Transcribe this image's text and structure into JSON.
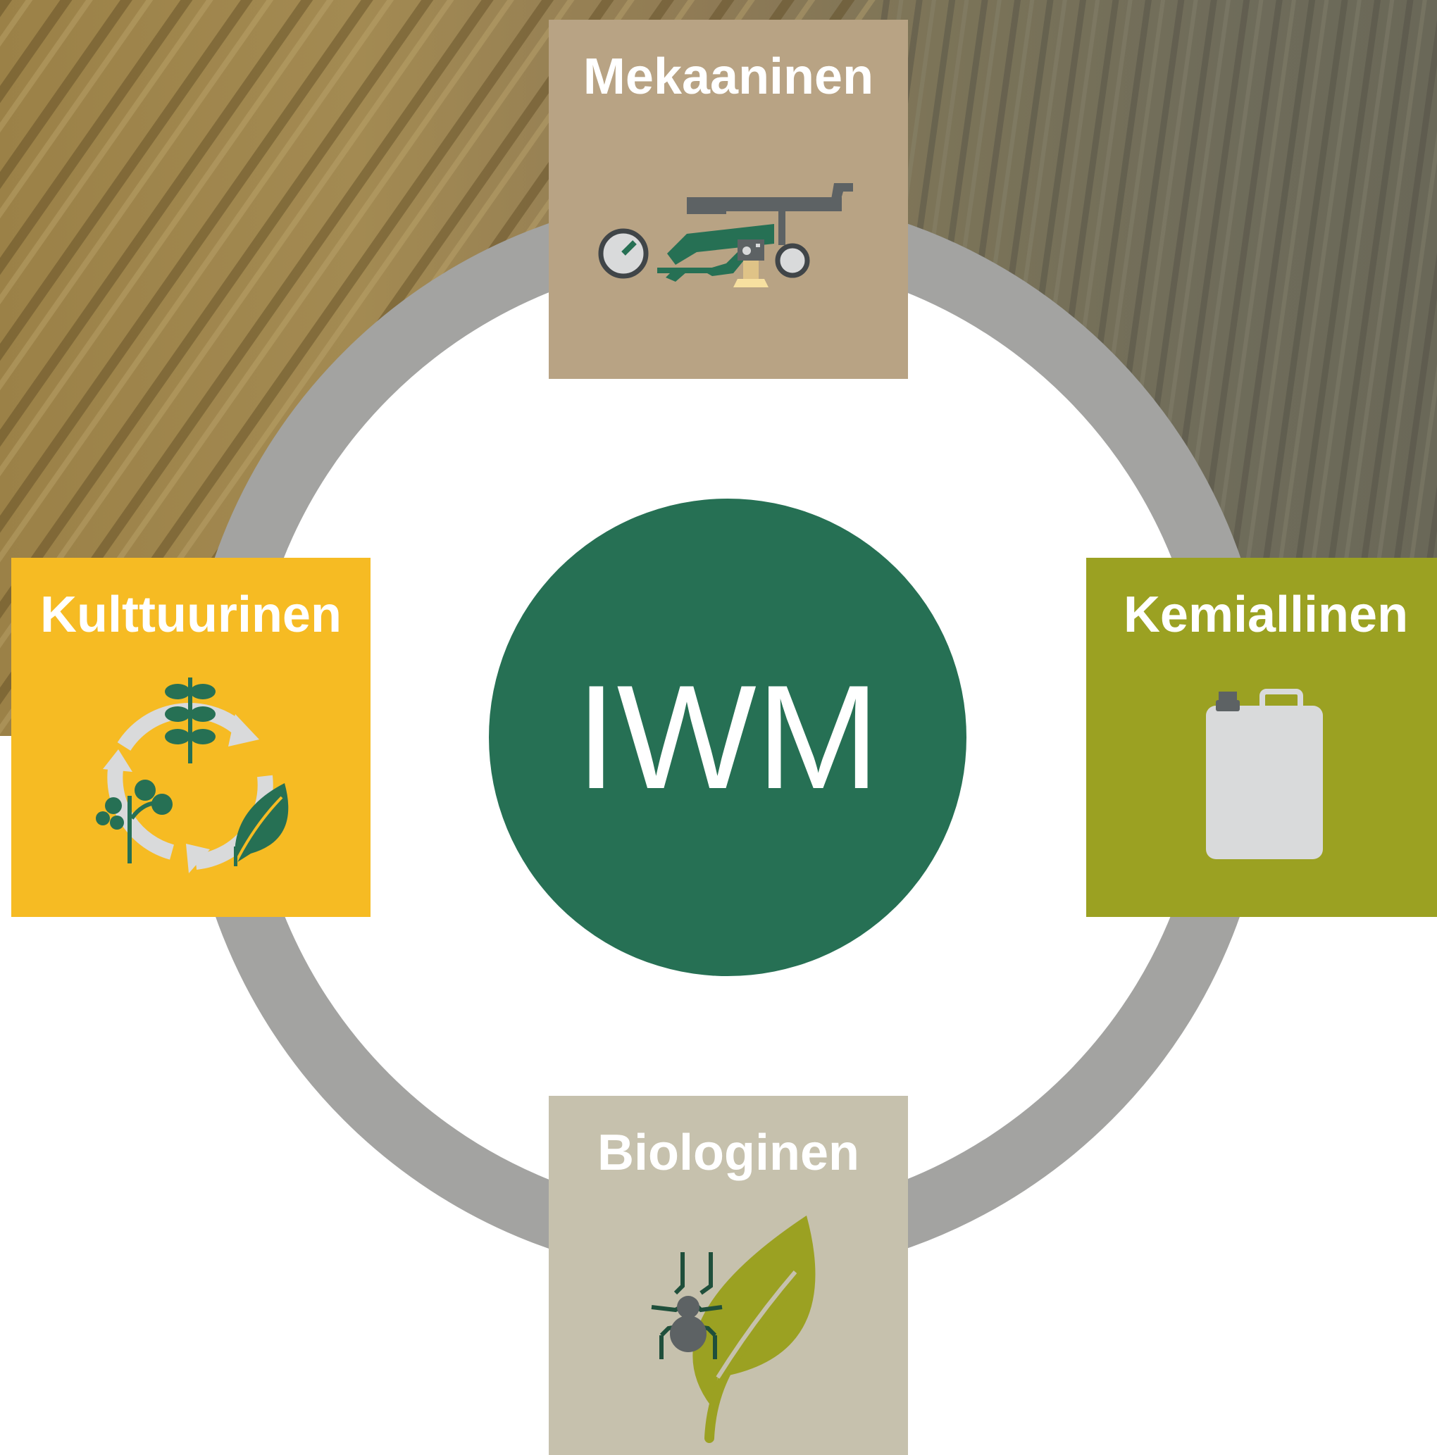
{
  "center": {
    "label": "IWM",
    "color": "#267054"
  },
  "ring_color": "#a3a3a1",
  "tiles": {
    "mechanical": {
      "label": "Mekaaninen",
      "color": "#b8a384",
      "icon": "cultivator-machine-icon"
    },
    "cultural": {
      "label": "Kulttuurinen",
      "color": "#f6bb23",
      "icon": "crop-rotation-icon"
    },
    "chemical": {
      "label": "Kemiallinen",
      "color": "#9ba122",
      "icon": "canister-icon"
    },
    "biological": {
      "label": "Biologinen",
      "color": "#c6c1ad",
      "icon": "spider-leaf-icon"
    }
  },
  "background": {
    "image": "aerial-field-photo"
  }
}
